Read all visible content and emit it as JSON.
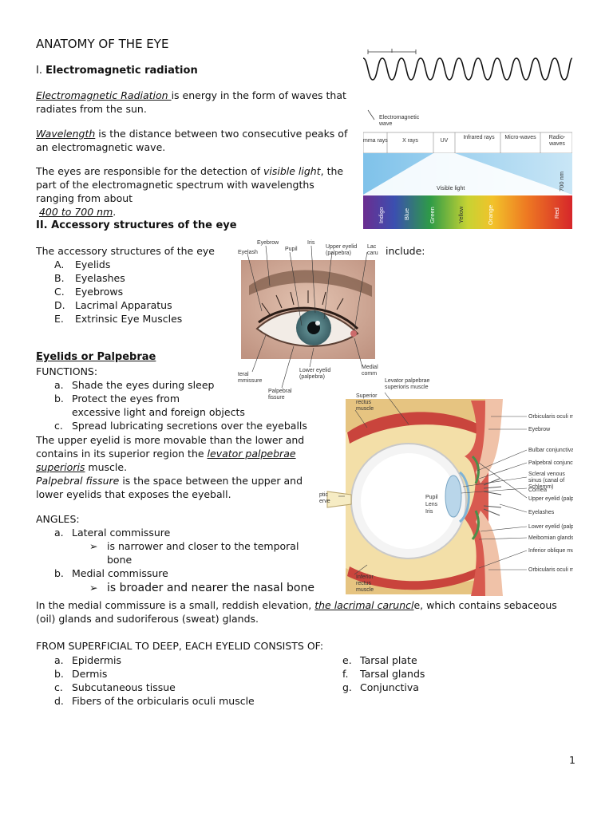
{
  "title": "ANATOMY OF THE EYE",
  "sec1": {
    "heading_marker": "I.",
    "heading": "Electromagnetic radiation",
    "p1_term": "Electromagnetic Radiation ",
    "p1_rest": "is energy in the form of waves that",
    "p1_line2": "radiates from the sun.",
    "p2_term": "Wavelength",
    "p2_rest": " is the distance between two consecutive peaks of",
    "p2_line2": "an electromagnetic wave.",
    "p3_a": "The eyes are responsible for the detection of ",
    "p3_term": "visible light",
    "p3_b": ", the",
    "p3_line2": "part of the electromagnetic spectrum with wavelengths",
    "p3_line3": "ranging from about",
    "p3_range": "400 to 700 nm",
    "p3_end": "."
  },
  "sec2": {
    "heading": "II. Accessory structures of the eye",
    "intro": "The accessory structures of the eye",
    "intro_end": "include:",
    "items": [
      {
        "m": "A.",
        "t": "Eyelids"
      },
      {
        "m": "B.",
        "t": "Eyelashes"
      },
      {
        "m": "C.",
        "t": "Eyebrows"
      },
      {
        "m": "D.",
        "t": "Lacrimal Apparatus"
      },
      {
        "m": "E.",
        "t": "Extrinsic Eye Muscles"
      }
    ]
  },
  "eyelids": {
    "heading": "Eyelids or Palpebrae",
    "functions_label": "FUNCTIONS:",
    "f_a_m": "a.",
    "f_a": "Shade the eyes during sleep",
    "f_b_m": "b.",
    "f_b": "Protect the eyes from",
    "f_b2": "excessive light and foreign objects",
    "f_c_m": "c.",
    "f_c": "Spread lubricating secretions over the eyeballs",
    "p1": "The upper eyelid is more movable than the lower and",
    "p2a": "contains in its superior region the ",
    "p2_term": "levator palpebrae",
    "p3_term": "superioris",
    "p3_rest": " muscle.",
    "p4_term": "Palpebral fissure ",
    "p4_rest": "is the space between the upper and",
    "p5": "lower eyelids that exposes the eyeball.",
    "angles_label": "ANGLES:",
    "ang_a_m": "a.",
    "ang_a": "Lateral commissure",
    "ang_a1": "is narrower and closer to the temporal",
    "ang_a2": "bone",
    "ang_b_m": "b.",
    "ang_b": "Medial commissure",
    "ang_b1": "is broader and nearer the nasal bone",
    "caruncle_a": "In the medial commissure is a small, reddish elevation, ",
    "caruncle_term": "the lacrimal caruncl",
    "caruncle_b": "e, which contains sebaceous",
    "caruncle_line2": "(oil) glands and sudoriferous (sweat) glands."
  },
  "layers": {
    "heading": "FROM SUPERFICIAL TO DEEP, EACH EYELID CONSISTS OF:",
    "left": [
      {
        "m": "a.",
        "t": "Epidermis"
      },
      {
        "m": "b.",
        "t": "Dermis"
      },
      {
        "m": "c.",
        "t": "Subcutaneous tissue"
      },
      {
        "m": "d.",
        "t": "Fibers of the orbicularis oculi muscle"
      }
    ],
    "right": [
      {
        "m": "e.",
        "t": "Tarsal plate"
      },
      {
        "m": "f.",
        "t": "Tarsal glands"
      },
      {
        "m": "g.",
        "t": "Conjunctiva"
      }
    ]
  },
  "spectrum": {
    "wave_label_1": "Electromagnetic",
    "wave_label_2": "wave",
    "bands": [
      "mma rays",
      "X rays",
      "UV",
      "Infrared rays",
      "Micro-waves",
      "Radio-waves"
    ],
    "visible_label": "Visible light",
    "nm700": "700 nm",
    "colors": [
      "Indigo",
      "Blue",
      "Green",
      "Yellow",
      "Orange",
      "Red"
    ]
  },
  "eye_photo_labels": {
    "eyebrow": "Eyebrow",
    "iris": "Iris",
    "eyelash": "Eyelash",
    "pupil": "Pupil",
    "upper_eyelid": "Upper eyelid (palpebra)",
    "lac": "Lac caru",
    "lateral": "teral mmissure",
    "lower_eyelid": "Lower eyelid (palpebra)",
    "fissure": "Palpebral fissure",
    "medial": "Medial comm"
  },
  "section_labels": {
    "levator": "Levator palpebrae superioris muscle",
    "sup_rectus": "Superior rectus muscle",
    "orb1": "Orbicularis oculi mus",
    "eyebrow": "Eyebrow",
    "bulbar": "Bulbar conjunctiva",
    "palp_conj": "Palpebral conjunctiv",
    "scleral": "Scleral venous sinus (canal of Schlemm)",
    "cornea": "Cornea",
    "upper": "Upper eyelid (palpeb",
    "eyelashes": "Eyelashes",
    "lower": "Lower eyelid (palpeb",
    "meibomian": "Meibomian glands",
    "inf_obl": "Inferior oblique muscl",
    "orb2": "Orbicularis oculi mus",
    "inf_rectus": "Inferior rectus muscle",
    "pupil": "Pupil",
    "lens": "Lens",
    "iris": "Iris",
    "optic": "ptic erve"
  },
  "page_number": "1"
}
